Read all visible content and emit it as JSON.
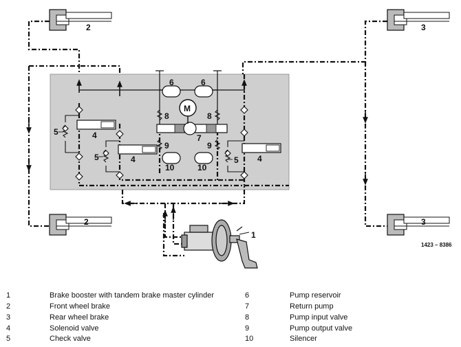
{
  "diagram": {
    "code": "1423 – 8386",
    "callouts": {
      "booster": "1",
      "front_brake_top": "2",
      "front_brake_bottom": "2",
      "rear_brake_top": "3",
      "rear_brake_bottom": "3",
      "solenoid_1": "4",
      "solenoid_2": "4",
      "solenoid_3": "4",
      "check_valve_1": "5",
      "check_valve_2": "5",
      "check_valve_3": "5",
      "reservoir_left": "6",
      "reservoir_right": "6",
      "return_pump": "7",
      "input_valve_left": "8",
      "input_valve_right": "8",
      "output_valve_left": "9",
      "output_valve_right": "9",
      "silencer_left": "10",
      "silencer_right": "10",
      "motor": "M"
    },
    "colors": {
      "housing": "#cfcfcf",
      "line": "#111111"
    }
  },
  "legend": {
    "left": [
      {
        "num": "1",
        "text": "Brake booster with tandem brake master cylinder"
      },
      {
        "num": "2",
        "text": "Front wheel brake"
      },
      {
        "num": "3",
        "text": "Rear wheel brake"
      },
      {
        "num": "4",
        "text": "Solenoid valve"
      },
      {
        "num": "5",
        "text": "Check valve"
      }
    ],
    "right": [
      {
        "num": "6",
        "text": "Pump reservoir"
      },
      {
        "num": "7",
        "text": "Return pump"
      },
      {
        "num": "8",
        "text": "Pump input valve"
      },
      {
        "num": "9",
        "text": "Pump output valve"
      },
      {
        "num": "10",
        "text": "Silencer"
      }
    ]
  }
}
